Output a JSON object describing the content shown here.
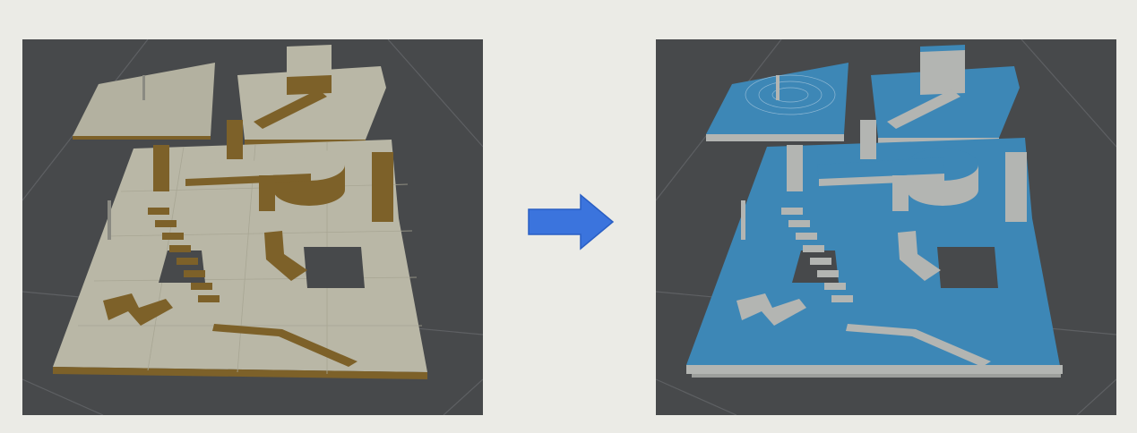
{
  "colors": {
    "background": "#ebebe6",
    "viewport": "#47494b",
    "grid_line": "#5e6063",
    "mesh_top": "#b9b7a6",
    "mesh_side": "#7d6129",
    "voxel_top": "#3d87b6",
    "voxel_side": "#b3b5b2",
    "arrow": "#3b74dd"
  },
  "panels": [
    {
      "id": "left",
      "content": "level-geometry-mesh"
    },
    {
      "id": "right",
      "content": "voxelized-level-geometry"
    }
  ],
  "arrow": {
    "direction": "right",
    "icon": "arrow-right-icon"
  }
}
